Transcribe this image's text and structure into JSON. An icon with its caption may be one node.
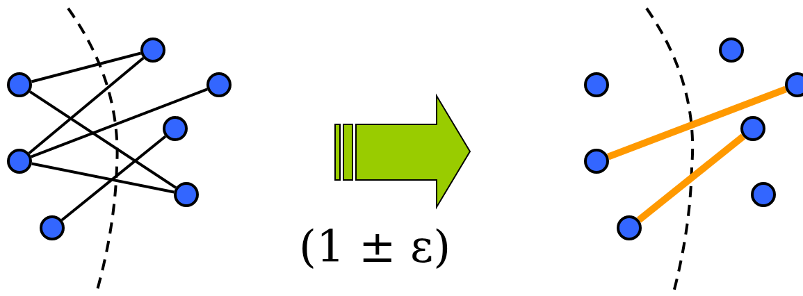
{
  "diagram": {
    "nodes": [
      {
        "text": [],
        "shape": "circle"
      },
      {
        "text": [],
        "shape": "circle"
      },
      {
        "text": [],
        "shape": "circle"
      },
      {
        "text": [],
        "shape": "circle"
      },
      {
        "text": [],
        "shape": "circle"
      },
      {
        "text": [],
        "shape": "circle"
      },
      {
        "text": [],
        "shape": "circle"
      },
      {
        "text": [],
        "shape": "circle"
      },
      {
        "text": [],
        "shape": "circle"
      },
      {
        "text": [],
        "shape": "circle"
      },
      {
        "text": [],
        "shape": "circle"
      },
      {
        "text": [],
        "shape": "circle"
      },
      {
        "text": [],
        "shape": "circle"
      },
      {
        "text": [],
        "shape": "circle"
      }
    ],
    "edges": [
      {
        "from": 0,
        "to": 1,
        "arrow": "none"
      },
      {
        "from": 0,
        "to": 5,
        "arrow": "none"
      },
      {
        "from": 1,
        "to": 4,
        "arrow": "none"
      },
      {
        "from": 4,
        "to": 2,
        "arrow": "none"
      },
      {
        "from": 4,
        "to": 5,
        "arrow": "none"
      },
      {
        "from": 6,
        "to": 3,
        "arrow": "none"
      },
      {
        "from": 11,
        "to": 9,
        "arrow": "none",
        "style": "thick",
        "color": "#ff9900"
      },
      {
        "from": 13,
        "to": 10,
        "arrow": "none",
        "style": "thick",
        "color": "#ff9900"
      }
    ],
    "labels": [
      "(1 ± ε)"
    ]
  }
}
